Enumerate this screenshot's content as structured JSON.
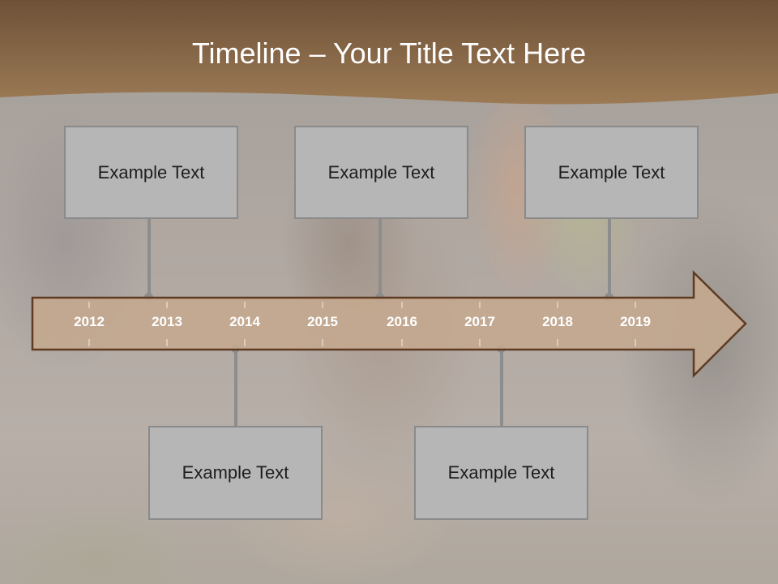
{
  "slide": {
    "title": "Timeline – Your Title Text Here",
    "years": [
      "2012",
      "2013",
      "2014",
      "2015",
      "2016",
      "2017",
      "2018",
      "2019"
    ],
    "events_top": [
      {
        "text": "Example Text"
      },
      {
        "text": "Example Text"
      },
      {
        "text": "Example Text"
      }
    ],
    "events_bottom": [
      {
        "text": "Example Text"
      },
      {
        "text": "Example Text"
      }
    ]
  },
  "colors": {
    "header": "#8a6a48",
    "arrow_fill": "#c4a98f",
    "arrow_stroke": "#5e3b22",
    "box_fill": "#b6b6b6",
    "connector": "#8d8d8d"
  }
}
